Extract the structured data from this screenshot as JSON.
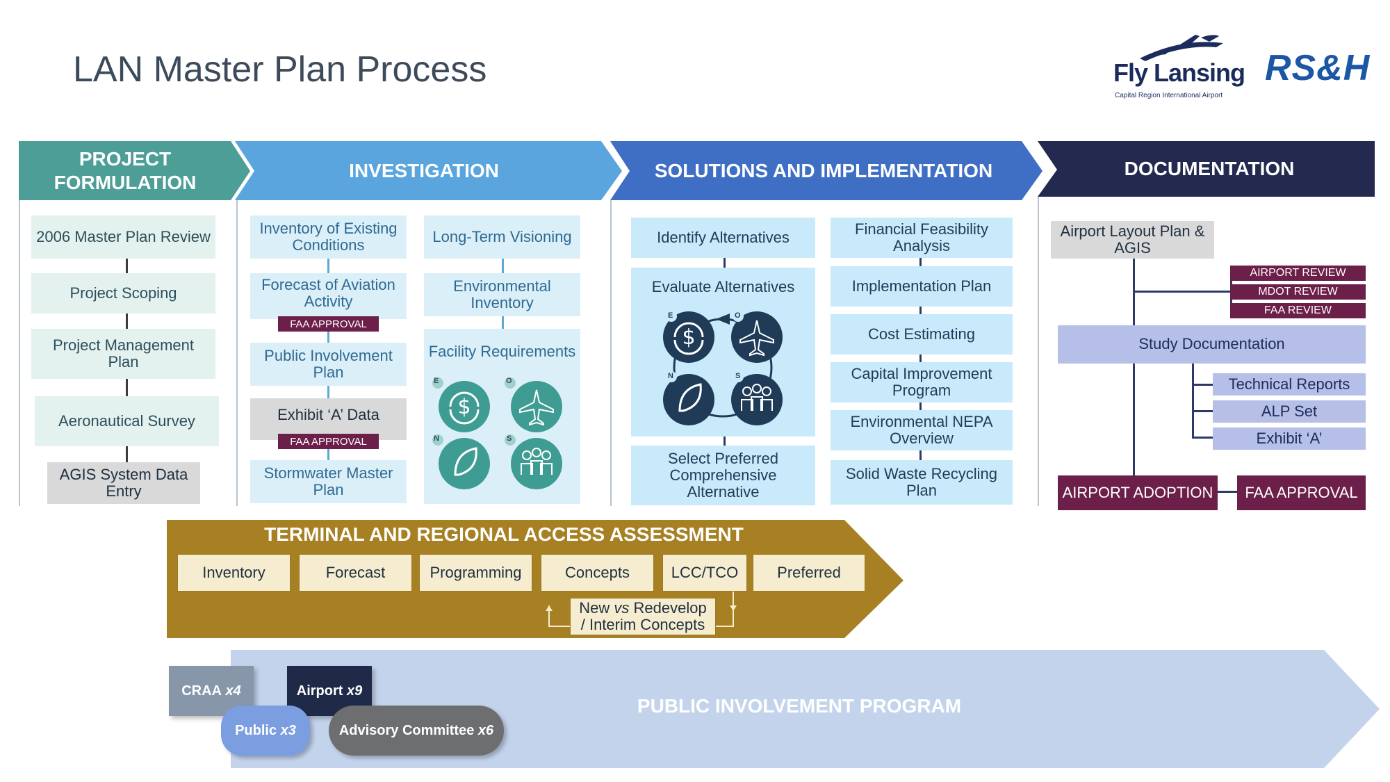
{
  "title": "LAN Master Plan Process",
  "logos": {
    "fly_main": "Fly Lansing",
    "fly_sub": "Capital Region International Airport",
    "rsh": "RS&H"
  },
  "colors": {
    "formulation": "#4e9e98",
    "investigation": "#5aa5de",
    "solutions": "#3f6fc4",
    "documentation": "#24294f",
    "terminal": "#a68023",
    "public": "#c4d3ec",
    "approval": "#6b1f49"
  },
  "phases": {
    "formulation": "PROJECT FORMULATION",
    "investigation": "INVESTIGATION",
    "solutions": "SOLUTIONS AND IMPLEMENTATION",
    "documentation": "DOCUMENTATION"
  },
  "formulation": {
    "items": [
      "2006 Master Plan Review",
      "Project Scoping",
      "Project Management Plan",
      "Aeronautical Survey",
      "AGIS System Data Entry"
    ]
  },
  "investigation": {
    "col1": [
      "Inventory of Existing Conditions",
      "Forecast of Aviation Activity",
      "Public Involvement Plan",
      "Exhibit ‘A’ Data",
      "Stormwater Master Plan"
    ],
    "col2": [
      "Long-Term Visioning",
      "Environmental Inventory",
      "Facility Requirements"
    ],
    "faa_approval": "FAA APPROVAL",
    "icon_letters": [
      "E",
      "O",
      "N",
      "S"
    ]
  },
  "solutions": {
    "col1": [
      "Identify Alternatives",
      "Evaluate Alternatives",
      "Select Preferred Comprehensive Alternative"
    ],
    "col2": [
      "Financial Feasibility Analysis",
      "Implementation Plan",
      "Cost Estimating",
      "Capital Improvement Program",
      "Environmental NEPA Overview",
      "Solid Waste Recycling Plan"
    ]
  },
  "documentation": {
    "alp": "Airport Layout Plan & AGIS",
    "reviews": [
      "AIRPORT REVIEW",
      "MDOT REVIEW",
      "FAA REVIEW"
    ],
    "study": "Study Documentation",
    "sub_items": [
      "Technical Reports",
      "ALP Set",
      "Exhibit ‘A’"
    ],
    "adoption": "AIRPORT ADOPTION",
    "faa_approval": "FAA APPROVAL"
  },
  "terminal": {
    "title": "TERMINAL AND REGIONAL ACCESS ASSESSMENT",
    "steps": [
      "Inventory",
      "Forecast",
      "Programming",
      "Concepts",
      "LCC/TCO",
      "Preferred"
    ],
    "loop_pre": "New ",
    "loop_vs": "vs",
    "loop_post": " Redevelop",
    "loop_line2": "/ Interim Concepts"
  },
  "public_program": {
    "title": "PUBLIC INVOLVEMENT PROGRAM",
    "craa": "CRAA",
    "craa_count": "x4",
    "airport": "Airport",
    "airport_count": "x9",
    "public": "Public",
    "public_count": "x3",
    "committee": "Advisory Committee",
    "committee_count": "x6"
  }
}
